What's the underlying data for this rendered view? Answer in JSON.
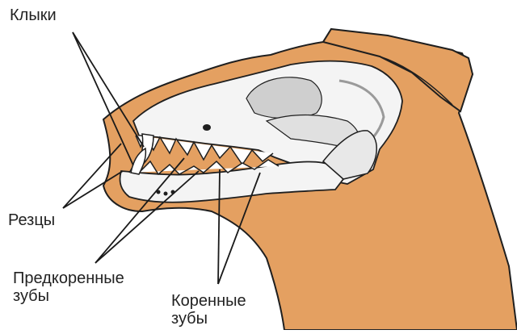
{
  "colors": {
    "head_fill": "#E4A061",
    "outline": "#1f1f1f",
    "bone": "#f4f4f4",
    "bone_shade": "#9a9a9a",
    "leader": "#1a1a1a"
  },
  "labels": {
    "fangs": "Клыки",
    "incisors": "Резцы",
    "premolars_line1": "Предкоренные",
    "premolars_line2": "зубы",
    "molars_line1": "Коренные",
    "molars_line2": "зубы"
  }
}
